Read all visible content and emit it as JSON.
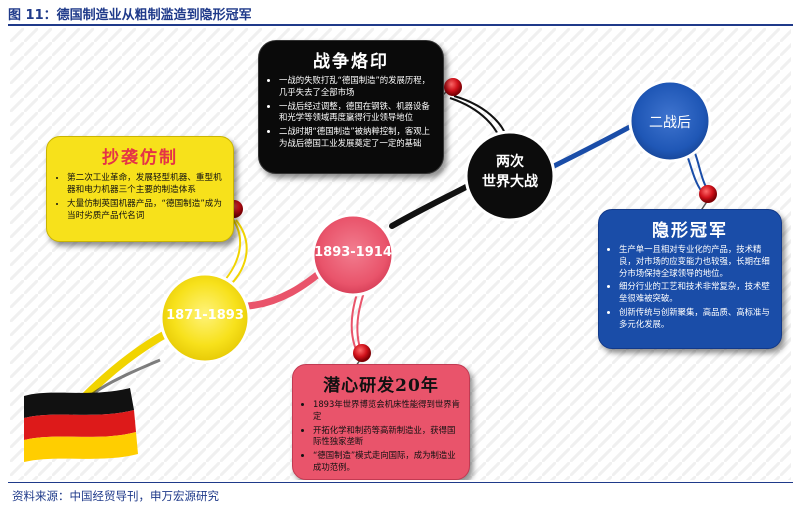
{
  "figure": {
    "title": "图 11：德国制造业从粗制滥造到隐形冠军",
    "source": "资料来源：中国经贸导刊，申万宏源研究"
  },
  "colors": {
    "yellow": "#f7e11b",
    "pink": "#e9546b",
    "black": "#000000",
    "blue": "#1a4da8",
    "navy": "#1f3a8a"
  },
  "nodes": {
    "n1871": "1871-1893",
    "n1893": "1893-1914",
    "ww": "两次\n世界大战",
    "postwar": "二战后"
  },
  "cards": {
    "copy": {
      "title": "抄袭仿制",
      "bullets": [
        "第二次工业革命，发展轻型机器、重型机器和电力机器三个主要的制造体系",
        "大量仿制英国机器产品，“德国制造”成为当时劣质产品代名词"
      ]
    },
    "war": {
      "title": "战争烙印",
      "bullets": [
        "一战的失败打乱“德国制造”的发展历程，几乎失去了全部市场",
        "一战后经过调整，德国在钢铁、机器设备和光学等领域再度赢得行业领导地位",
        "二战时期“德国制造”被纳粹控制，客观上为战后德国工业发展奠定了一定的基础"
      ]
    },
    "research": {
      "title": "潜心研发20年",
      "bullets": [
        "1893年世界博览会机床性能得到世界肯定",
        "开拓化学和制药等高新制造业，获得国际性独家垄断",
        "“德国制造”模式走向国际，成为制造业成功范例。"
      ]
    },
    "champion": {
      "title": "隐形冠军",
      "bullets": [
        "生产单一且相对专业化的产品，技术精良，对市场的应变能力也较强，长期在细分市场保持全球领导的地位。",
        "细分行业的工艺和技术非常复杂，技术壁垒很难被突破。",
        "创新传统与创新聚集，高品质、高标准与多元化发展。"
      ]
    }
  }
}
